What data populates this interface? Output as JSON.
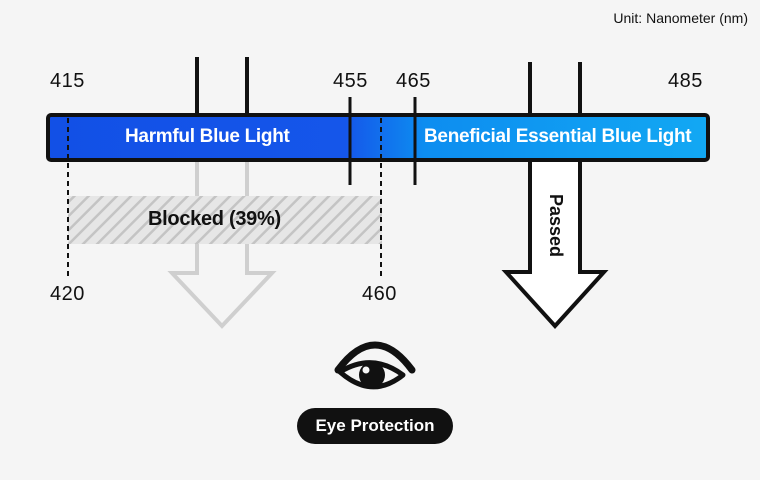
{
  "unit_label": "Unit: Nanometer (nm)",
  "ticks": {
    "t415": "415",
    "t455": "455",
    "t465": "465",
    "t485": "485",
    "t420": "420",
    "t460": "460"
  },
  "bar": {
    "harmful_label": "Harmful Blue Light",
    "beneficial_label": "Beneficial Essential Blue Light"
  },
  "blocked_label": "Blocked (39%)",
  "blocked_fraction": 0.39,
  "passed_label": "Passed",
  "badge_label": "Eye Protection",
  "icon": "eye-icon",
  "colors": {
    "harmful": "#1455e8",
    "beneficial": "#12a6f2",
    "outline": "#111111",
    "blocked_hatch": "#cccccc",
    "blocked_arrow": "#cfcfcf"
  }
}
